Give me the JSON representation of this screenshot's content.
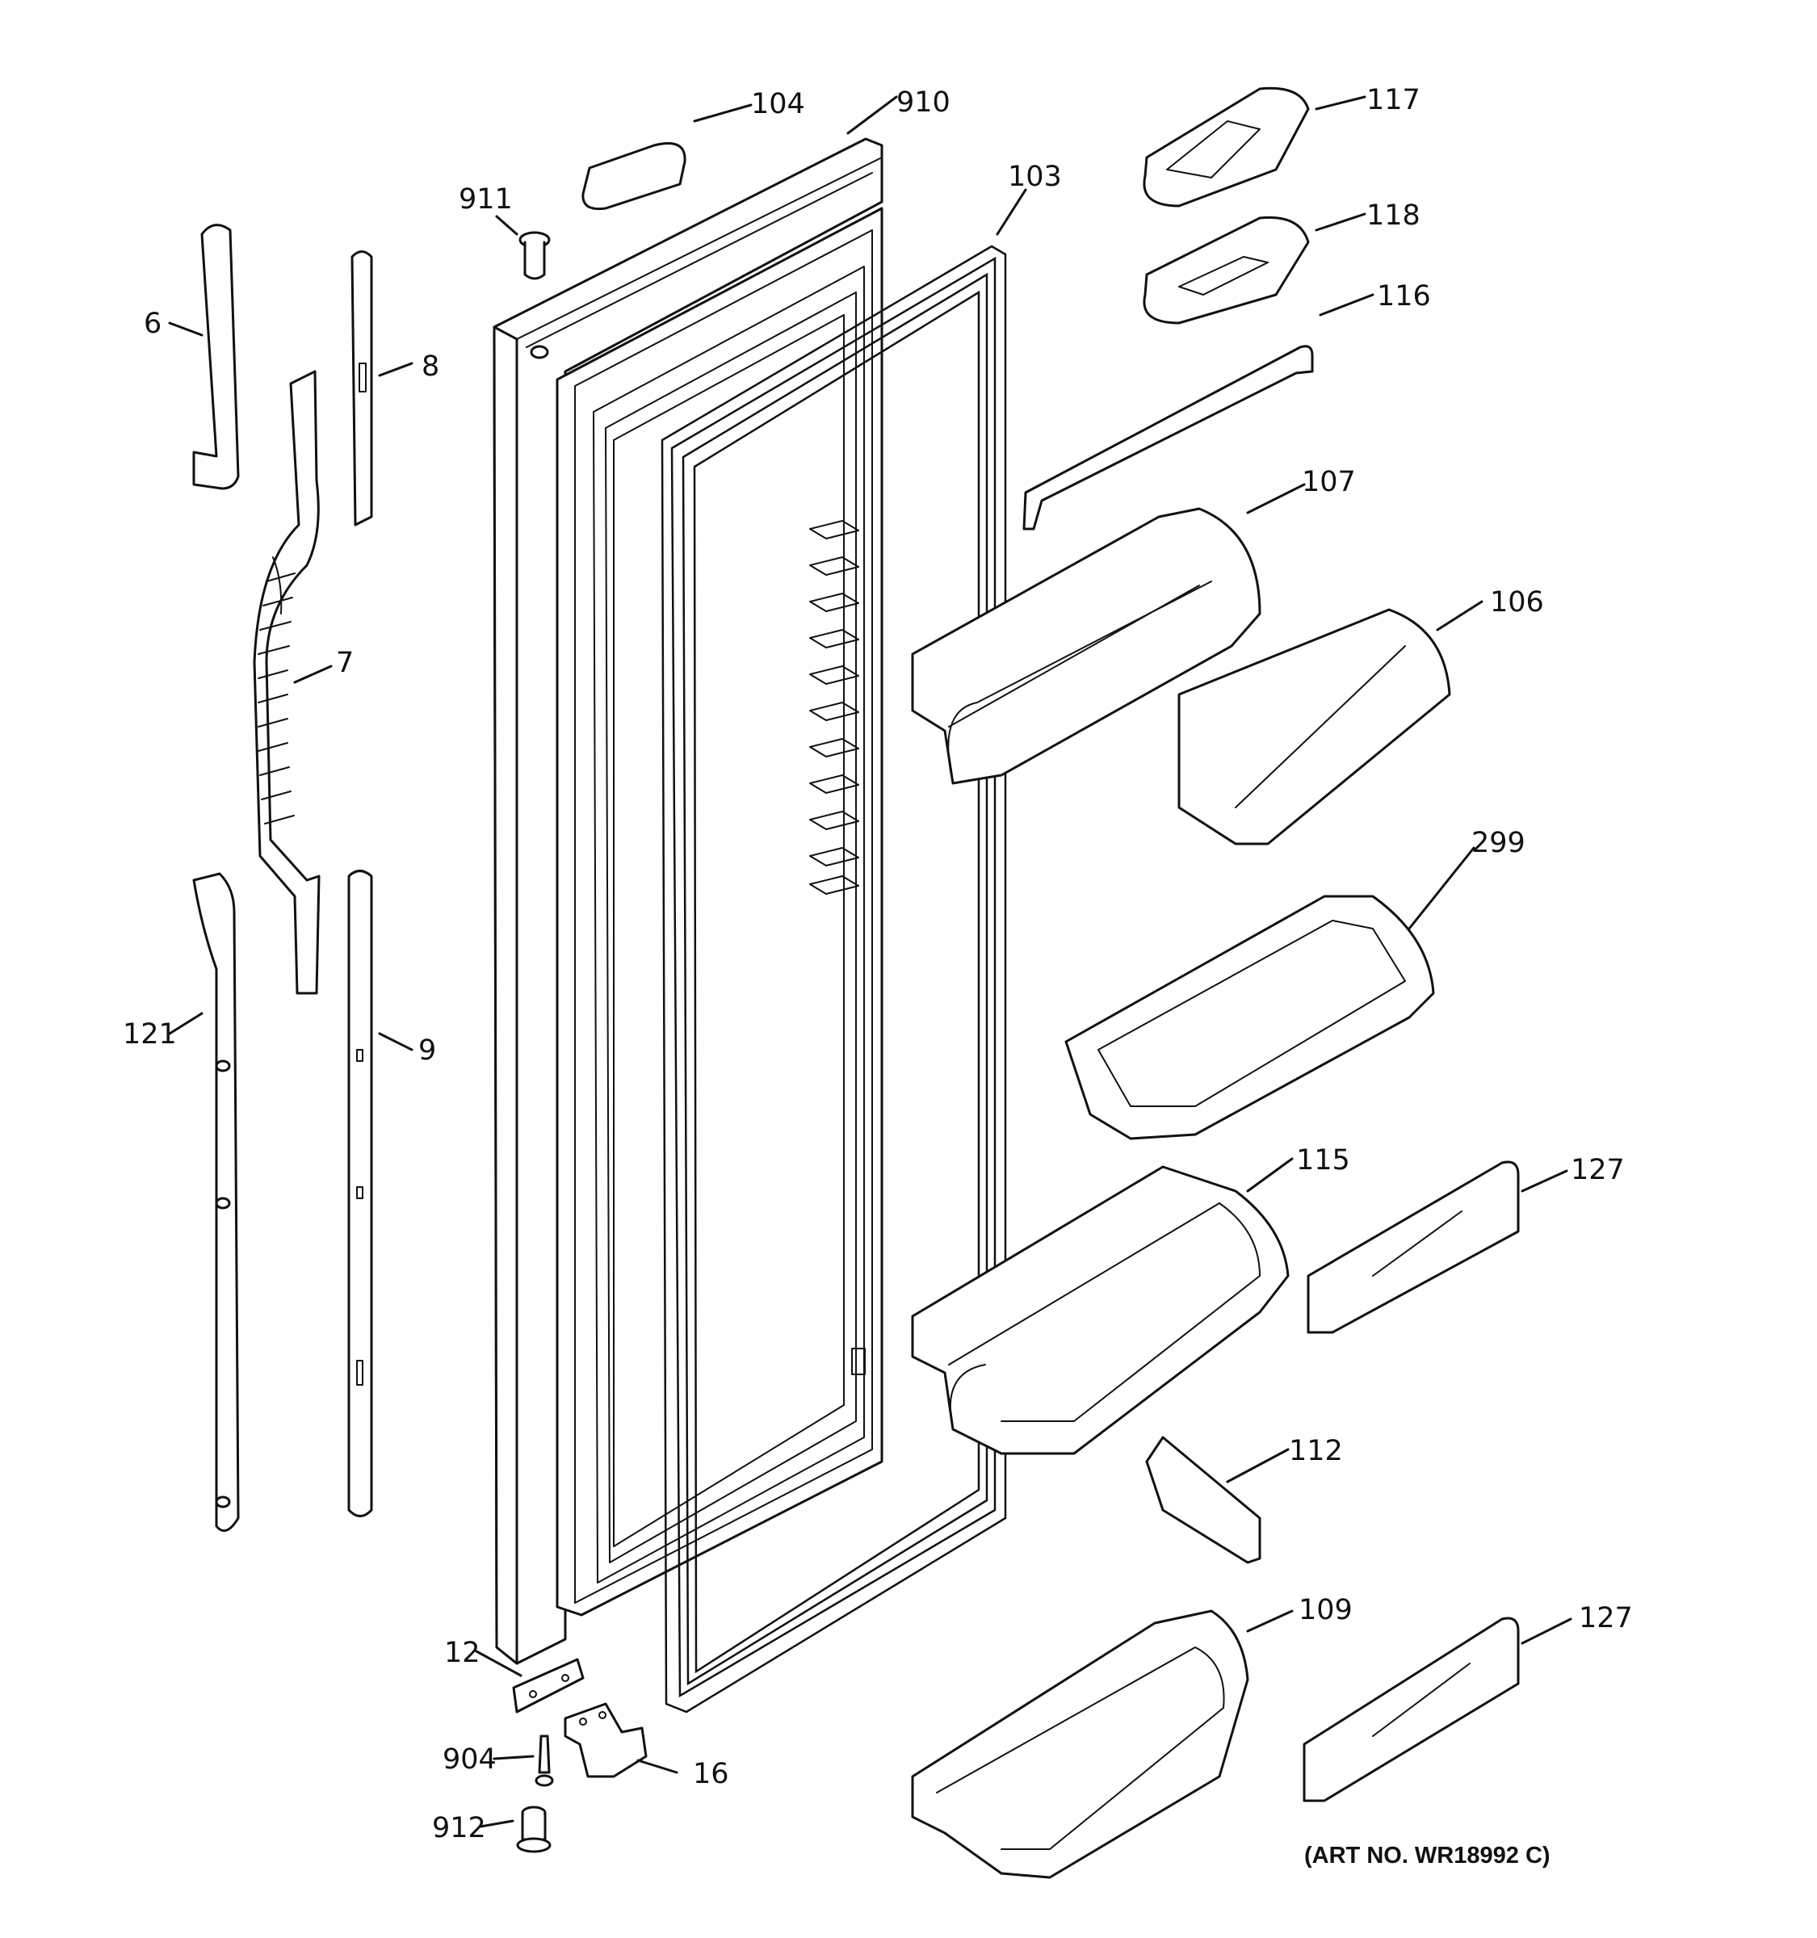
{
  "diagram": {
    "labels": {
      "p104": "104",
      "p910": "910",
      "p911": "911",
      "p103": "103",
      "p117": "117",
      "p118": "118",
      "p116": "116",
      "p6": "6",
      "p8": "8",
      "p7": "7",
      "p107": "107",
      "p106": "106",
      "p299": "299",
      "p121": "121",
      "p9": "9",
      "p115": "115",
      "p127a": "127",
      "p112": "112",
      "p109": "109",
      "p127b": "127",
      "p12": "12",
      "p904": "904",
      "p16": "16",
      "p912": "912"
    },
    "art_number": "(ART NO. WR18992 C)"
  }
}
